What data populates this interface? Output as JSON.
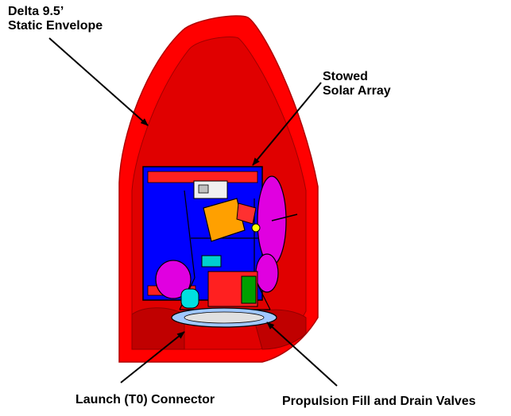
{
  "figure": {
    "background": "#ffffff",
    "fairing_color": "#ff0000",
    "panel_color": "#0000ff",
    "dish_color": "#e000e0",
    "tank_color": "#e000e0",
    "box_color": "#ffa000"
  },
  "labels": {
    "envelope": {
      "line1": "Delta 9.5’",
      "line2": "Static Envelope"
    },
    "solar": {
      "line1": "Stowed",
      "line2": "Solar Array"
    },
    "launch": {
      "text": "Launch (T0) Connector"
    },
    "propulsion": {
      "text": "Propulsion Fill and Drain Valves"
    }
  }
}
